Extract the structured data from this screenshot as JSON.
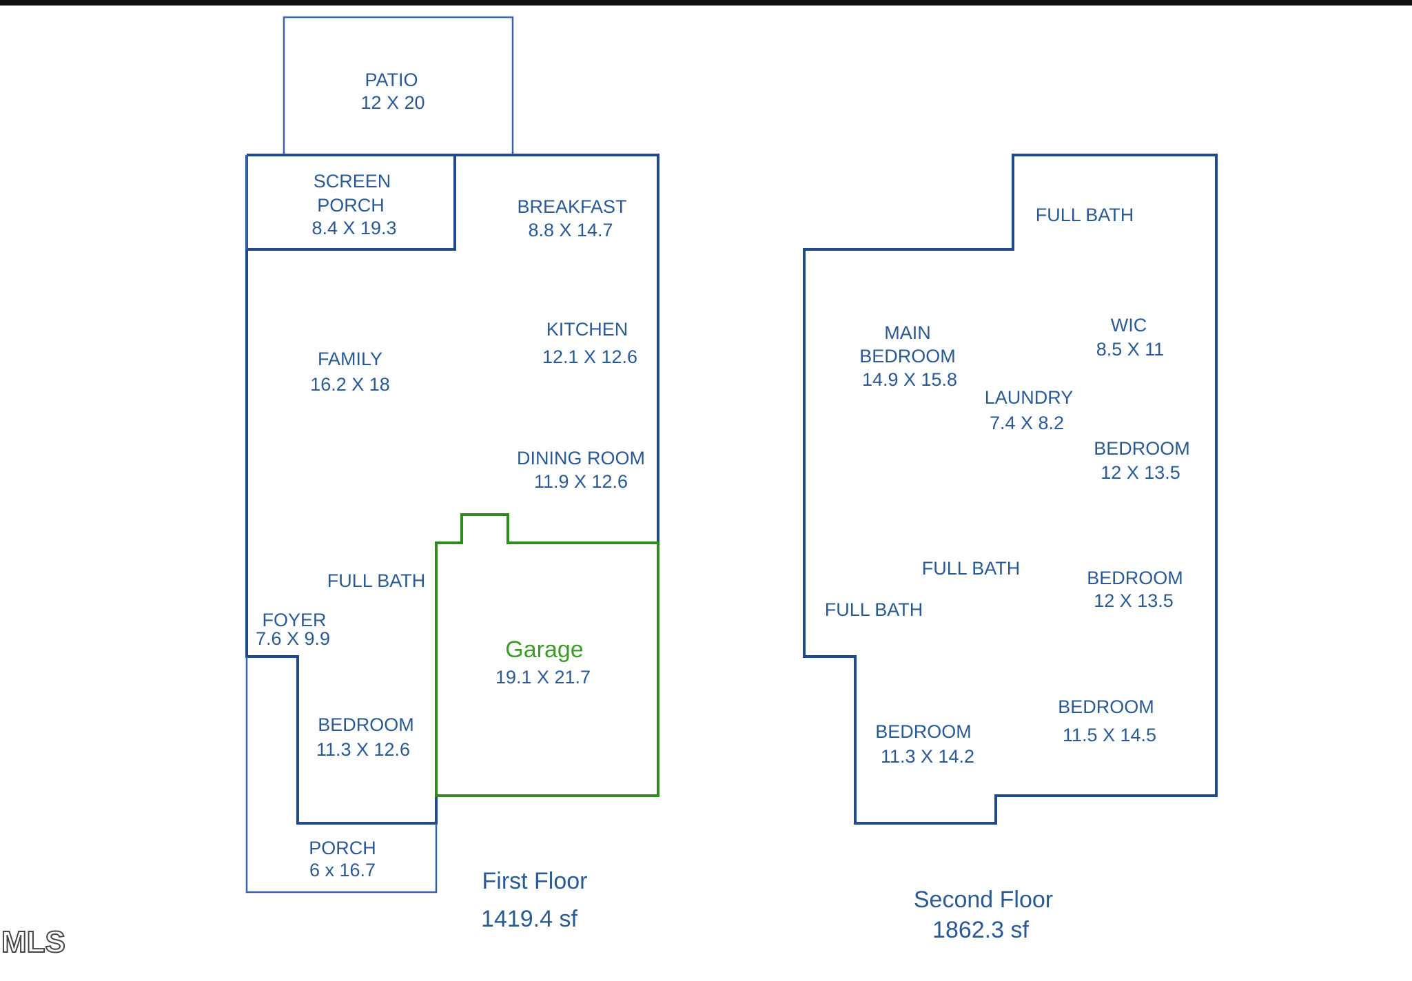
{
  "colors": {
    "wall": "#1f4a8c",
    "label": "#2a5a94",
    "garage": "#2f8a1e",
    "top_bar": "#111111"
  },
  "first_floor": {
    "title": "First Floor",
    "area": "1419.4 sf",
    "rooms": {
      "patio": {
        "name": "PATIO",
        "dims": "12 X 20"
      },
      "screen_porch": {
        "name1": "SCREEN",
        "name2": "PORCH",
        "dims": "8.4 X 19.3"
      },
      "breakfast": {
        "name": "BREAKFAST",
        "dims": "8.8 X 14.7"
      },
      "kitchen": {
        "name": "KITCHEN",
        "dims": "12.1 X 12.6"
      },
      "family": {
        "name": "FAMILY",
        "dims": "16.2 X 18"
      },
      "dining_room": {
        "name": "DINING ROOM",
        "dims": "11.9 X 12.6"
      },
      "full_bath": {
        "name": "FULL BATH"
      },
      "foyer": {
        "name": "FOYER",
        "dims": "7.6 X 9.9"
      },
      "garage": {
        "name": "Garage",
        "dims": "19.1 X 21.7"
      },
      "bedroom": {
        "name": "BEDROOM",
        "dims": "11.3 X 12.6"
      },
      "porch": {
        "name": "PORCH",
        "dims": "6 x 16.7"
      }
    }
  },
  "second_floor": {
    "title": "Second Floor",
    "area": "1862.3 sf",
    "rooms": {
      "full_bath_top": {
        "name": "FULL BATH"
      },
      "main_bedroom": {
        "name1": "MAIN",
        "name2": "BEDROOM",
        "dims": "14.9 X 15.8"
      },
      "wic": {
        "name": "WIC",
        "dims": "8.5 X 11"
      },
      "laundry": {
        "name": "LAUNDRY",
        "dims": "7.4 X 8.2"
      },
      "bedroom_a": {
        "name": "BEDROOM",
        "dims": "12 X 13.5"
      },
      "full_bath_mid": {
        "name": "FULL BATH"
      },
      "bedroom_b": {
        "name": "BEDROOM",
        "dims": "12 X 13.5"
      },
      "full_bath_left": {
        "name": "FULL BATH"
      },
      "bedroom_c": {
        "name": "BEDROOM",
        "dims": "11.5 X 14.5"
      },
      "bedroom_d": {
        "name": "BEDROOM",
        "dims": "11.3 X 14.2"
      }
    }
  },
  "watermark": "MLS"
}
